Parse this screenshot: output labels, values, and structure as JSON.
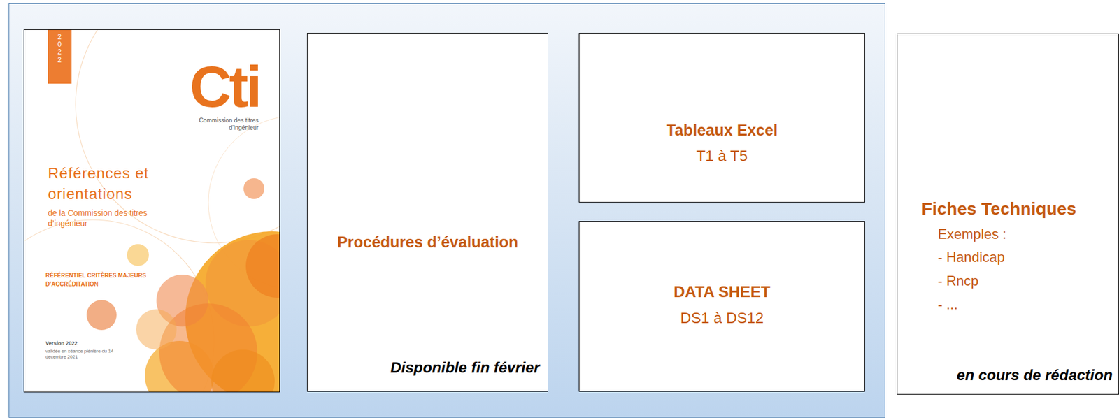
{
  "diagram": {
    "nodes": [
      {
        "text": [
          "2022",
          "Cti",
          "Commission des titres d’ingénieur",
          "Références et orientations",
          "de la Commission des titres d’ingénieur",
          "RÉFÉRENTIEL CRITÈRES MAJEURS D’ACCRÉDITATION",
          "Version 2022",
          "validée en séance plénière du 14 décembre 2021"
        ]
      },
      {
        "text": [
          "Procédures d’évaluation",
          "Disponible fin février"
        ]
      },
      {
        "text": [
          "Tableaux Excel",
          "T1 à T5"
        ]
      },
      {
        "text": [
          "DATA SHEET",
          "DS1 à DS12"
        ]
      },
      {
        "text": [
          "Fiches Techniques",
          "Exemples :",
          "- Handicap",
          "- Rncp",
          "- ...",
          "en cours de rédaction"
        ]
      }
    ]
  }
}
